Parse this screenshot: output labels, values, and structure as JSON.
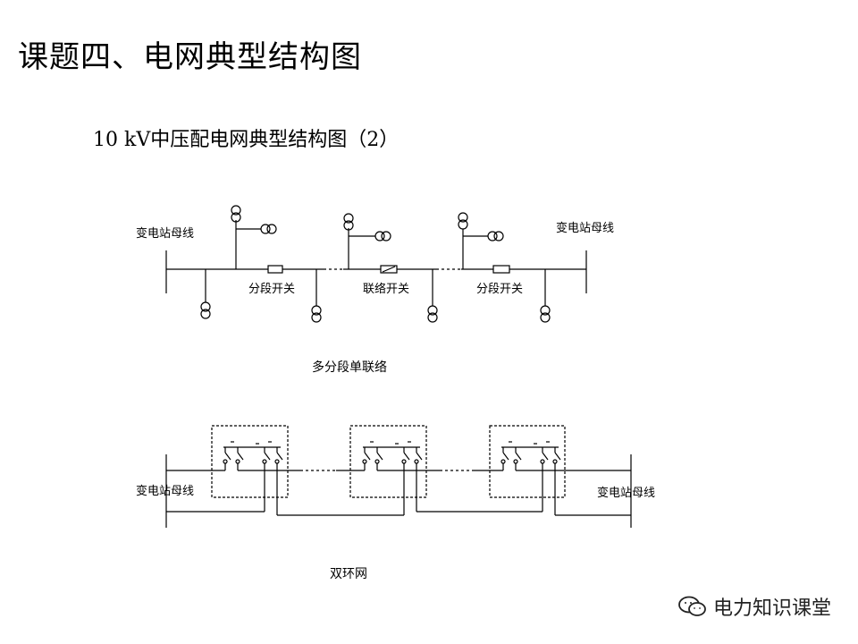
{
  "title": "课题四、电网典型结构图",
  "subtitle": "10 kV中压配电网典型结构图（2）",
  "diagram1": {
    "bus_left_label": "变电站母线",
    "bus_right_label": "变电站母线",
    "switch1_label": "分段开关",
    "tie_switch_label": "联络开关",
    "switch2_label": "分段开关",
    "caption": "多分段单联络"
  },
  "diagram2": {
    "bus_left_label": "变电站母线",
    "bus_right_label": "变电站母线",
    "caption": "双环网"
  },
  "watermark": {
    "text": "电力知识课堂",
    "icon": "wechat-icon"
  }
}
